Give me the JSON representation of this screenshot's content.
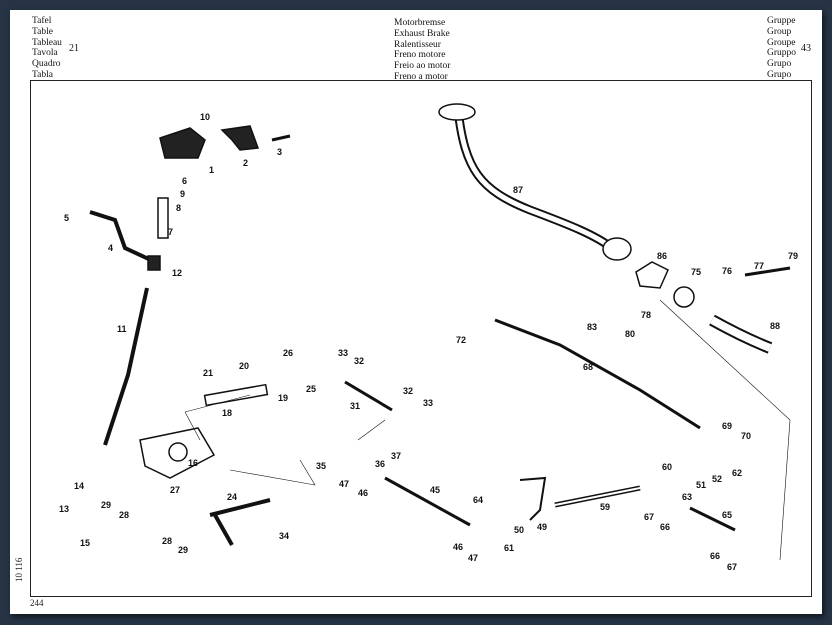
{
  "header": {
    "left_labels": [
      "Tafel",
      "Table",
      "Tableau",
      "Tavola",
      "Quadro",
      "Tabla"
    ],
    "table_number": "21",
    "center_labels": [
      "Motorbremse",
      "Exhaust Brake",
      "Ralentisseur",
      "Freno motore",
      "Freio ao motor",
      "Freno a motor"
    ],
    "right_labels": [
      "Gruppe",
      "Group",
      "Groupe",
      "Gruppo",
      "Grupo",
      "Grupo"
    ],
    "group_number": "43"
  },
  "footer": {
    "code": "10 116",
    "page": "244"
  },
  "callouts": [
    "10",
    "1",
    "2",
    "3",
    "6",
    "9",
    "8",
    "7",
    "5",
    "4",
    "12",
    "11",
    "16",
    "14",
    "13",
    "15",
    "29",
    "28",
    "27",
    "28",
    "29",
    "24",
    "34",
    "21",
    "20",
    "18",
    "19",
    "26",
    "25",
    "33",
    "32",
    "31",
    "32",
    "33",
    "35",
    "36",
    "37",
    "47",
    "46",
    "45",
    "64",
    "50",
    "49",
    "61",
    "46",
    "47",
    "59",
    "87",
    "86",
    "75",
    "76",
    "77",
    "79",
    "88",
    "72",
    "68",
    "83",
    "80",
    "78",
    "69",
    "70",
    "62",
    "60",
    "51",
    "52",
    "63",
    "67",
    "66",
    "65",
    "66",
    "67"
  ]
}
